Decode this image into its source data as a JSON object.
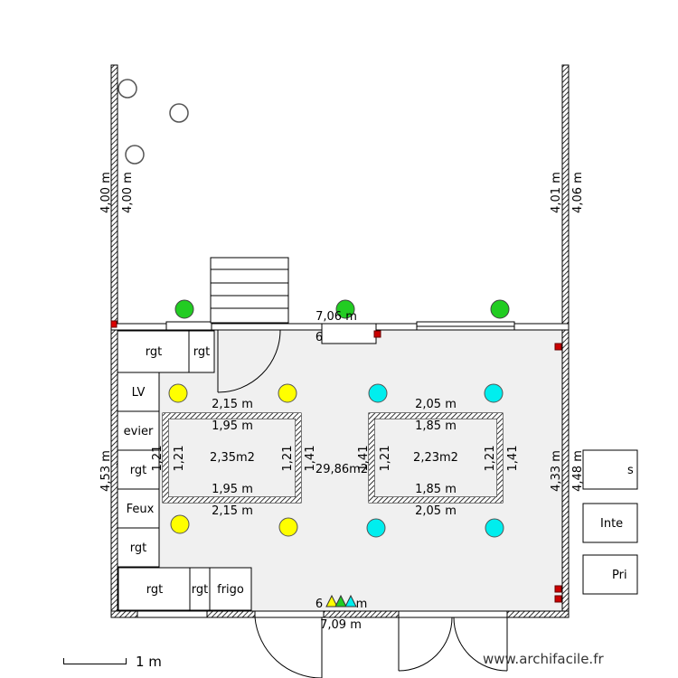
{
  "dimensions": {
    "left_outer_upper": "4,00 m",
    "left_inner_upper": "4,00 m",
    "right_inner_upper": "4,01 m",
    "right_outer_upper": "4,06 m",
    "top_wall": "7,06 m",
    "top_wall_inner": "6",
    "left_room": "4,53 m",
    "right_room_inner": "4,33 m",
    "right_room_outer": "4,48 m",
    "bottom_inner": "6",
    "bottom_inner_tail": "m",
    "bottom_outer": "7,09 m"
  },
  "tables": {
    "left": {
      "top_outer": "2,15 m",
      "top_inner": "1,95 m",
      "bottom_inner": "1,95 m",
      "bottom_outer": "2,15 m",
      "left_outer": "1,21",
      "left_inner": "1,21",
      "right_inner": "1,21",
      "right_outer": "1,41",
      "area": "2,35m2"
    },
    "right": {
      "top_outer": "2,05 m",
      "top_inner": "1,85 m",
      "bottom_inner": "1,85 m",
      "bottom_outer": "2,05 m",
      "left_outer": "1,41",
      "left_inner": "1,21",
      "right_inner": "1,21",
      "right_outer": "1,41",
      "area": "2,23m2"
    }
  },
  "room_area": "29,86m2",
  "furniture": {
    "rgt_top_left": "rgt",
    "rgt_top_small": "rgt",
    "lv": "LV",
    "evier": "evier",
    "rgt_mid": "rgt",
    "feux": "Feux",
    "rgt_low": "rgt",
    "rgt_bottom_left": "rgt",
    "rgt_bottom_small": "rgt",
    "frigo": "frigo"
  },
  "side_boxes": {
    "upper": "s",
    "middle": "Inte",
    "lower": "Pri"
  },
  "scale": {
    "label": "1 m"
  },
  "brand": "www.archifacile.fr",
  "colors": {
    "wall_fill": "#ffffff",
    "floor": "#f0f0f0",
    "green": "#22cc22",
    "yellow": "#ffff00",
    "cyan": "#00eeee",
    "magenta": "#ee44ee",
    "red_marker": "#cc0000"
  }
}
